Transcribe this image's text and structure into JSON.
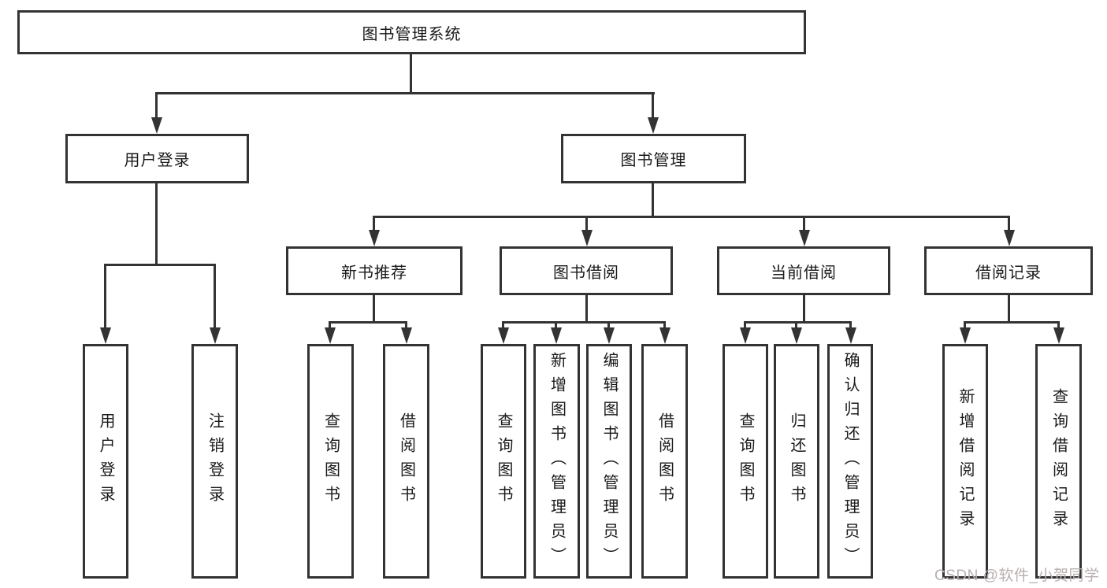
{
  "diagram": {
    "title_note": "functional structure tree",
    "root": {
      "label": "图书管理系统"
    },
    "level2": [
      {
        "id": "user-login",
        "label": "用户登录"
      },
      {
        "id": "book-management",
        "label": "图书管理"
      }
    ],
    "level3": [
      {
        "id": "new-book-recommend",
        "label": "新书推荐"
      },
      {
        "id": "book-borrowing",
        "label": "图书借阅"
      },
      {
        "id": "current-borrowing",
        "label": "当前借阅"
      },
      {
        "id": "borrowing-records",
        "label": "借阅记录"
      }
    ],
    "leaves": {
      "user_login": [
        {
          "label": "用户登录"
        },
        {
          "label": "注销登录"
        }
      ],
      "new_books": [
        {
          "label": "查询图书"
        },
        {
          "label": "借阅图书"
        }
      ],
      "book_borrow": [
        {
          "label": "查询图书"
        },
        {
          "label": "新增图书（管理员）"
        },
        {
          "label": "编辑图书（管理员）"
        },
        {
          "label": "借阅图书"
        }
      ],
      "current_borrow": [
        {
          "label": "查询图书"
        },
        {
          "label": "归还图书"
        },
        {
          "label": "确认归还（管理员）"
        }
      ],
      "borrow_records": [
        {
          "label": "新增借阅记录"
        },
        {
          "label": "查询借阅记录"
        }
      ]
    },
    "watermark": "CSDN @软件_小贺同学",
    "colors": {
      "line": "#333333",
      "text": "#1a1a1a",
      "watermark": "#b9b0b0",
      "background": "#ffffff"
    }
  }
}
